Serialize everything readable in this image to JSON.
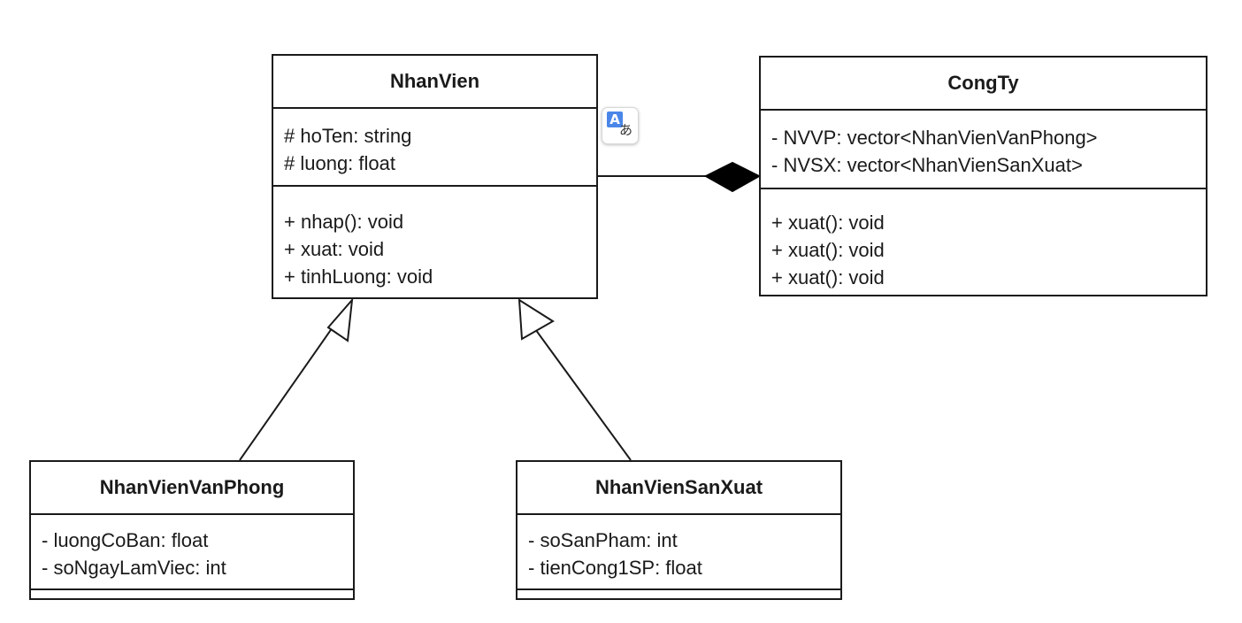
{
  "classes": {
    "nhanvien": {
      "name": "NhanVien",
      "attributes": [
        "# hoTen: string",
        "# luong: float"
      ],
      "methods": [
        "+ nhap(): void",
        "+ xuat: void",
        "+ tinhLuong: void"
      ]
    },
    "congty": {
      "name": "CongTy",
      "attributes": [
        "- NVVP: vector<NhanVienVanPhong>",
        "- NVSX: vector<NhanVienSanXuat>"
      ],
      "methods": [
        "+ xuat(): void",
        "+ xuat(): void",
        "+ xuat(): void"
      ]
    },
    "nvvp": {
      "name": "NhanVienVanPhong",
      "attributes": [
        "- luongCoBan: float",
        "- soNgayLamViec: int"
      ],
      "methods": []
    },
    "nvsx": {
      "name": "NhanVienSanXuat",
      "attributes": [
        "- soSanPham: int",
        "- tienCong1SP: float"
      ],
      "methods": []
    }
  },
  "relationships": [
    {
      "type": "inheritance",
      "from": "NhanVienVanPhong",
      "to": "NhanVien"
    },
    {
      "type": "inheritance",
      "from": "NhanVienSanXuat",
      "to": "NhanVien"
    },
    {
      "type": "composition",
      "whole": "CongTy",
      "part": "NhanVien"
    }
  ],
  "translate_badge": {
    "icon": "translate-icon",
    "glyph_latin": "A",
    "glyph_kana": "あ",
    "accent": "#4a86e8"
  },
  "colors": {
    "line": "#1a1a1a",
    "background": "#ffffff"
  }
}
